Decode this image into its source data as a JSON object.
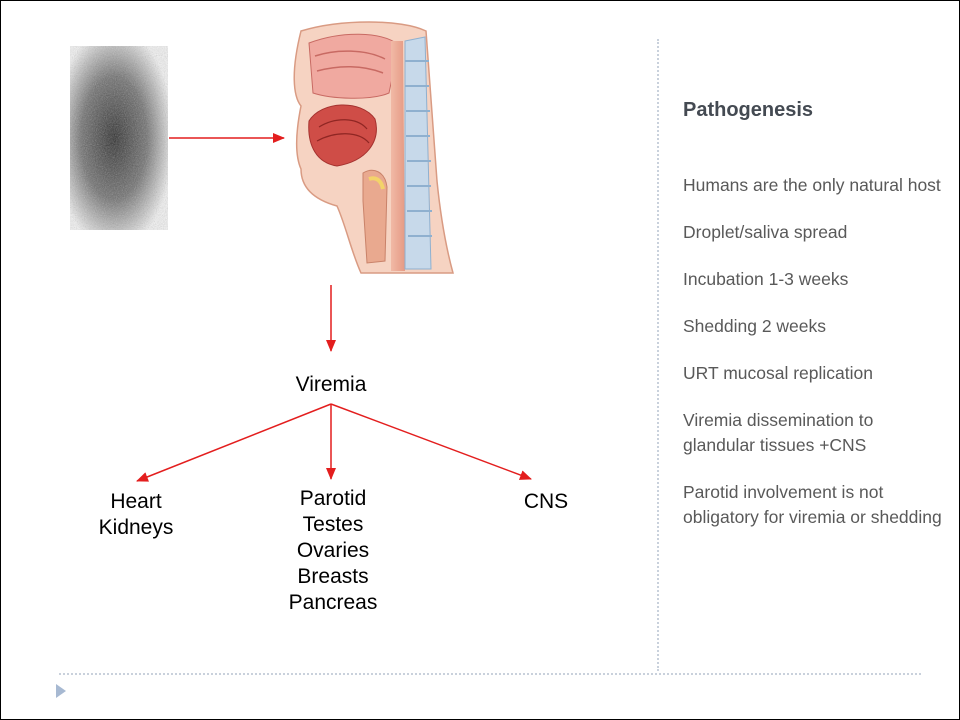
{
  "diagram": {
    "droplet_image": "speckled-droplet-spray",
    "anatomy_image": "head-neck-sagittal-section",
    "hub_label": "Viremia",
    "targets": [
      {
        "organs": [
          "Heart",
          "Kidneys"
        ]
      },
      {
        "organs": [
          "Parotid",
          "Testes",
          "Ovaries",
          "Breasts",
          "Pancreas"
        ]
      },
      {
        "organs": [
          "CNS"
        ]
      }
    ],
    "arrow_color": "#e31e1e"
  },
  "sidebar": {
    "title": "Pathogenesis",
    "bullets": [
      "Humans are the only natural host",
      "Droplet/saliva spread",
      "Incubation 1-3 weeks",
      "Shedding 2 weeks",
      "URT mucosal replication",
      "Viremia dissemination to glandular tissues +CNS",
      "Parotid involvement is not obligatory for viremia or shedding"
    ]
  },
  "footer": {
    "marker_icon": "triangle-bullet-icon"
  }
}
